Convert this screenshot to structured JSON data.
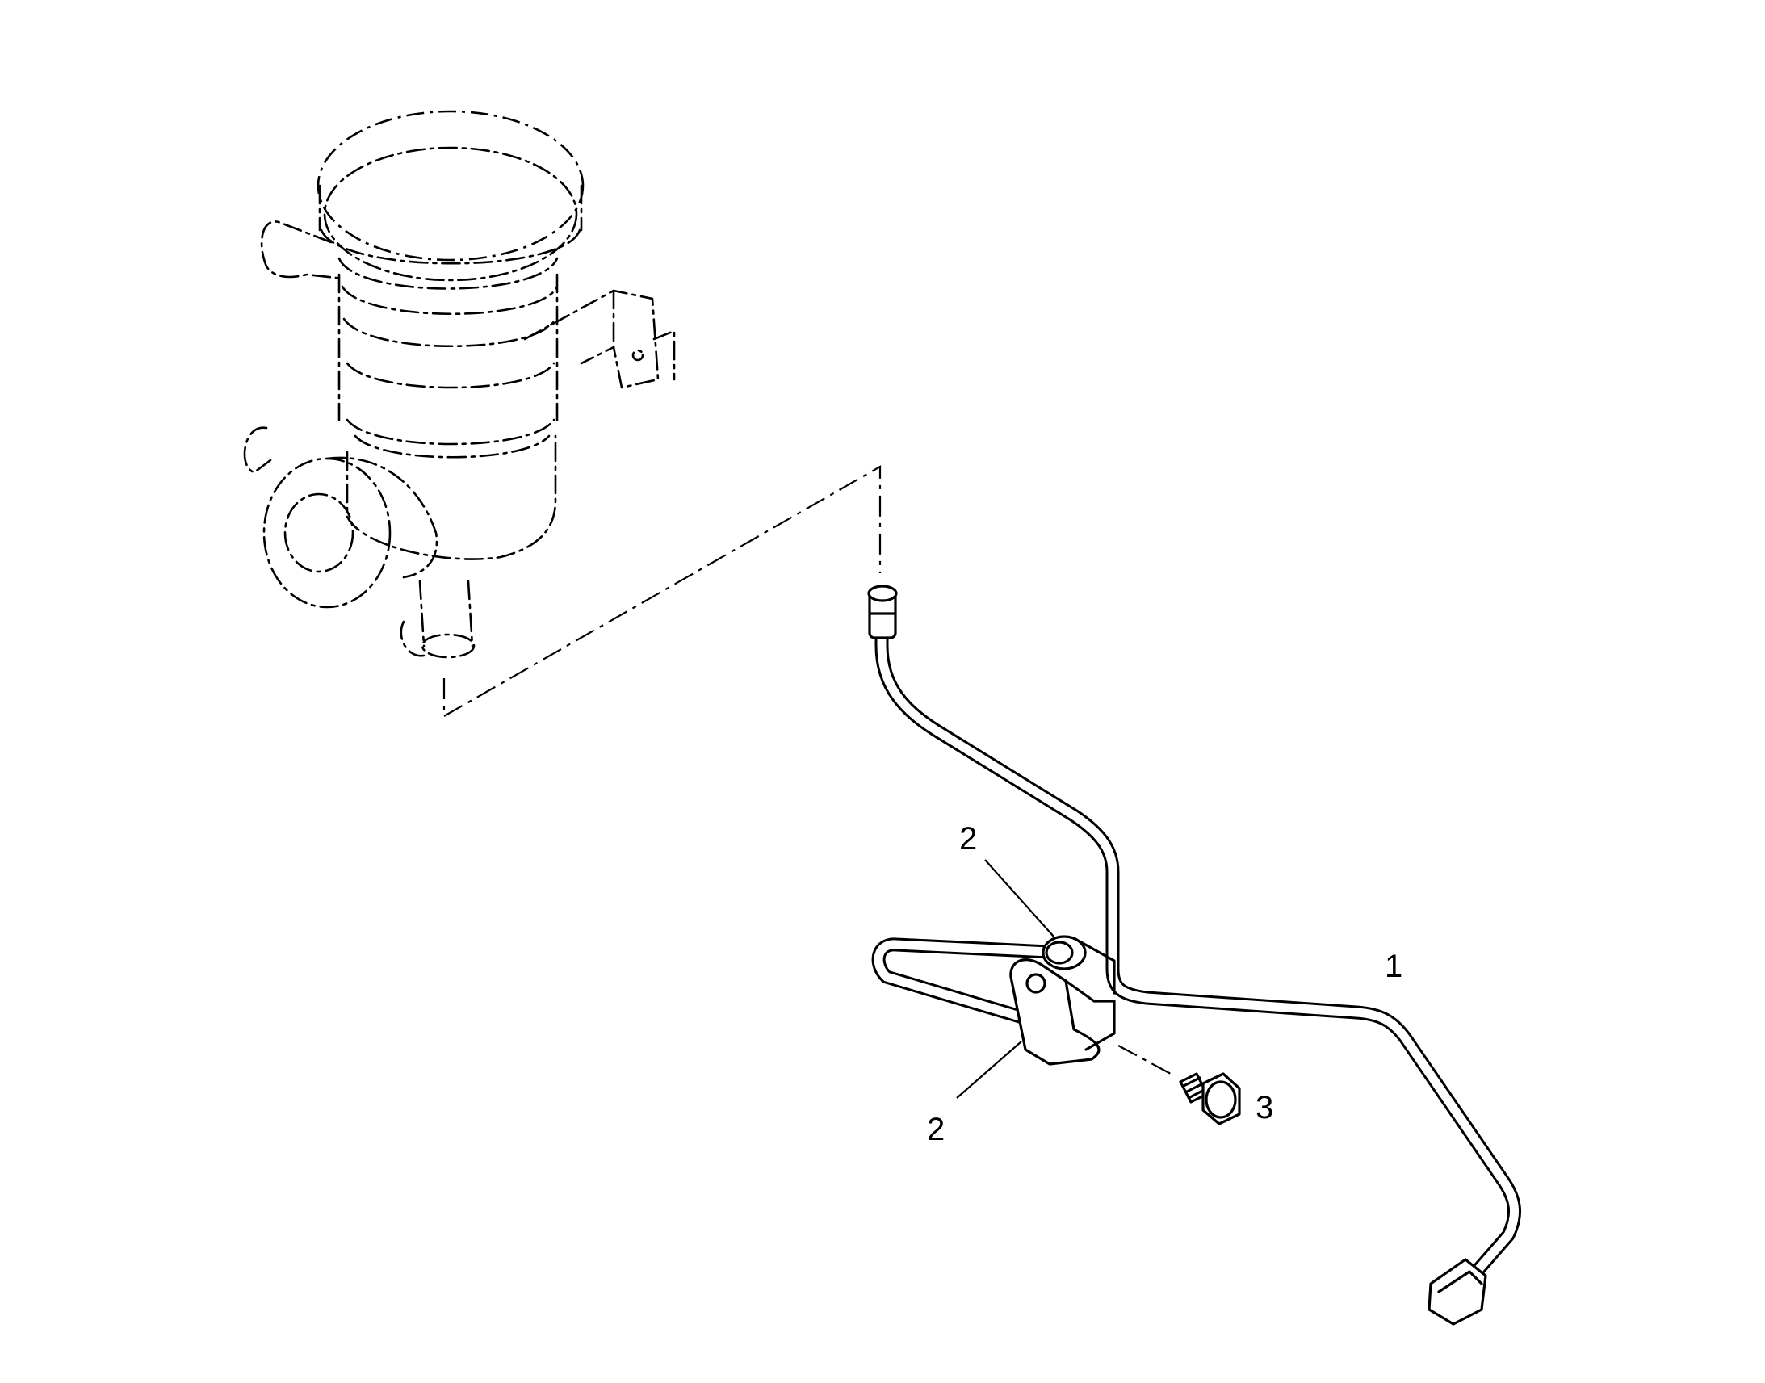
{
  "callouts": {
    "tube": "1",
    "clamp_upper": "2",
    "clamp_lower": "2",
    "bolt": "3"
  },
  "colors": {
    "line": "#000000",
    "background": "#ffffff"
  }
}
